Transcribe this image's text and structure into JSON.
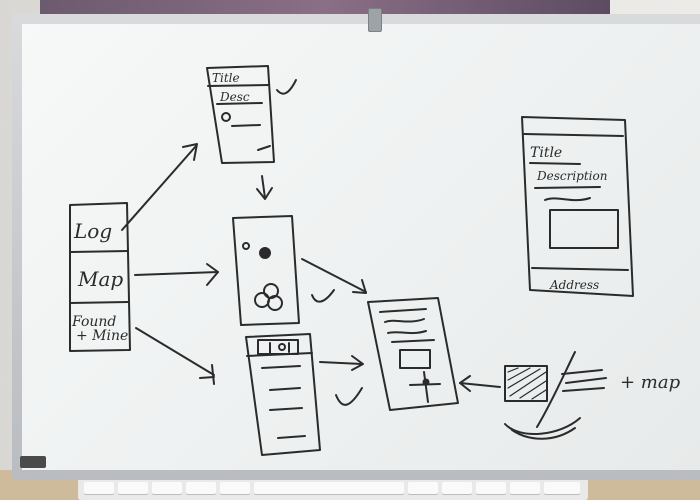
{
  "diagram": {
    "menu_screen": {
      "items": [
        "Log",
        "Map",
        "Found\n+ Mine"
      ]
    },
    "form_screen": {
      "title_label": "Title",
      "desc_label": "Desc"
    },
    "detail_screen": {
      "title_label": "Title",
      "description_label": "Description",
      "address_label": "Address"
    },
    "map_note": {
      "label": "+ map"
    },
    "ink_color": "#2b2b2b",
    "board_color": "#f2f4f4"
  }
}
